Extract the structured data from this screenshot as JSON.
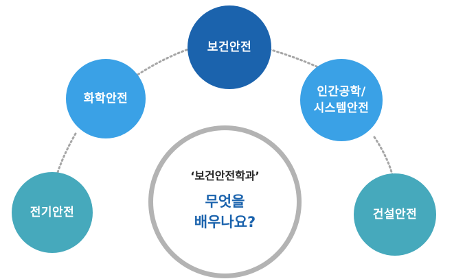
{
  "diagram": {
    "center": {
      "subtitle": "‘보건안전학과’",
      "title_line1": "무엇을",
      "title_line2": "배우나요?"
    },
    "nodes": {
      "top": {
        "label": "보건안전",
        "color": "#1b63ad"
      },
      "left_upper": {
        "label": "화학안전",
        "color": "#3aa1e6"
      },
      "right_upper": {
        "label_line1": "인간공학/",
        "label_line2": "시스템안전",
        "color": "#3aa1e6"
      },
      "left_lower": {
        "label": "전기안전",
        "color": "#46a9bc"
      },
      "right_lower": {
        "label": "건설안전",
        "color": "#46a9bc"
      }
    },
    "colors": {
      "ring": "#b3b3b3",
      "connector": "#a6a6a6",
      "center_title": "#1b63ad"
    }
  }
}
